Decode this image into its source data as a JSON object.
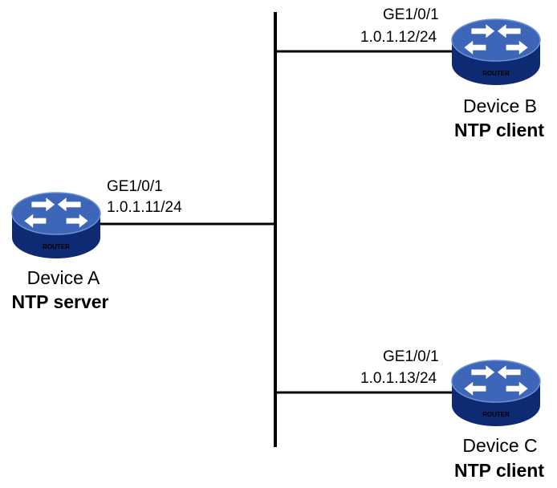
{
  "diagram": {
    "device_label_text": "ROUTER",
    "colors": {
      "router_top": "#3d66b8",
      "router_side": "#0d2a73",
      "arrow": "#ffffff",
      "line": "#000000"
    },
    "devices": [
      {
        "id": "a",
        "name": "Device A",
        "role": "NTP server",
        "interface": "GE1/0/1",
        "ip": "1.0.1.11/24"
      },
      {
        "id": "b",
        "name": "Device B",
        "role": "NTP client",
        "interface": "GE1/0/1",
        "ip": "1.0.1.12/24"
      },
      {
        "id": "c",
        "name": "Device C",
        "role": "NTP client",
        "interface": "GE1/0/1",
        "ip": "1.0.1.13/24"
      }
    ]
  }
}
